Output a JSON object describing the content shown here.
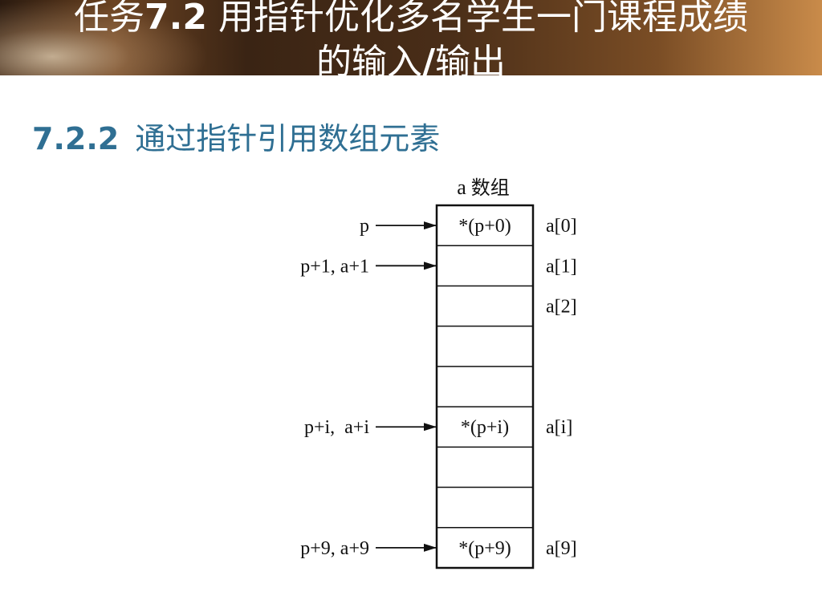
{
  "header": {
    "title_prefix": "任务",
    "title_number": "7.2",
    "title_main": "用指针优化多名学生一门课程成绩",
    "title_line2": "的输入",
    "title_slash": "/",
    "title_line2_end": "输出"
  },
  "section": {
    "number": "7.2.2",
    "title": "通过指针引用数组元素"
  },
  "diagram": {
    "array_name": "a",
    "array_caption": "数组",
    "cell_count": 9,
    "cells": [
      {
        "content": "*(p+0)",
        "right_label": "a[0]",
        "pointer_label": "p"
      },
      {
        "content": "",
        "right_label": "a[1]",
        "pointer_label": "p+1, a+1"
      },
      {
        "content": "",
        "right_label": "a[2]",
        "pointer_label": ""
      },
      {
        "content": "",
        "right_label": "",
        "pointer_label": ""
      },
      {
        "content": "",
        "right_label": "",
        "pointer_label": ""
      },
      {
        "content": "*(p+i)",
        "right_label": "a[i]",
        "pointer_label": "p+i,  a+i"
      },
      {
        "content": "",
        "right_label": "",
        "pointer_label": ""
      },
      {
        "content": "",
        "right_label": "",
        "pointer_label": ""
      },
      {
        "content": "*(p+9)",
        "right_label": "a[9]",
        "pointer_label": "p+9, a+9"
      }
    ]
  }
}
